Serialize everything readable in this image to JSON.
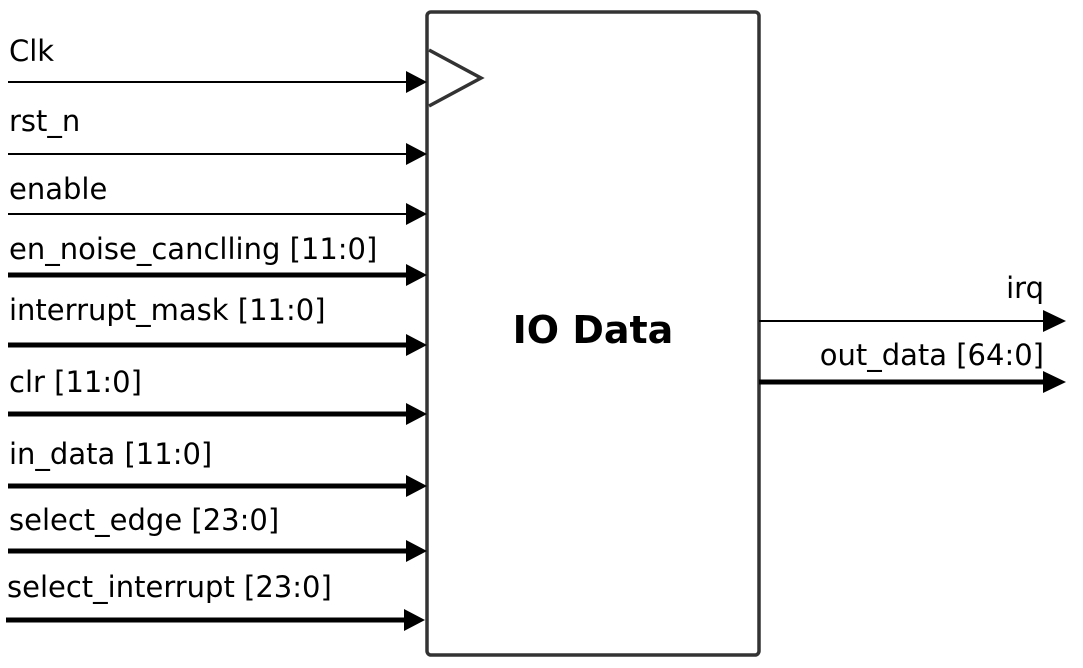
{
  "block": {
    "title": "IO Data"
  },
  "inputs": [
    {
      "label": "Clk",
      "bus": false,
      "clock": true
    },
    {
      "label": "rst_n",
      "bus": false
    },
    {
      "label": "enable",
      "bus": false
    },
    {
      "label": "en_noise_canclling [11:0]",
      "bus": true
    },
    {
      "label": "interrupt_mask [11:0]",
      "bus": true
    },
    {
      "label": "clr [11:0]",
      "bus": true
    },
    {
      "label": "in_data [11:0]",
      "bus": true
    },
    {
      "label": "select_edge [23:0]",
      "bus": true
    },
    {
      "label": "select_interrupt [23:0]",
      "bus": true
    }
  ],
  "outputs": [
    {
      "label": "irq",
      "bus": false
    },
    {
      "label": "out_data [64:0]",
      "bus": true
    }
  ],
  "colors": {
    "line": "#000000",
    "block_border": "#333333",
    "background": "#ffffff"
  }
}
